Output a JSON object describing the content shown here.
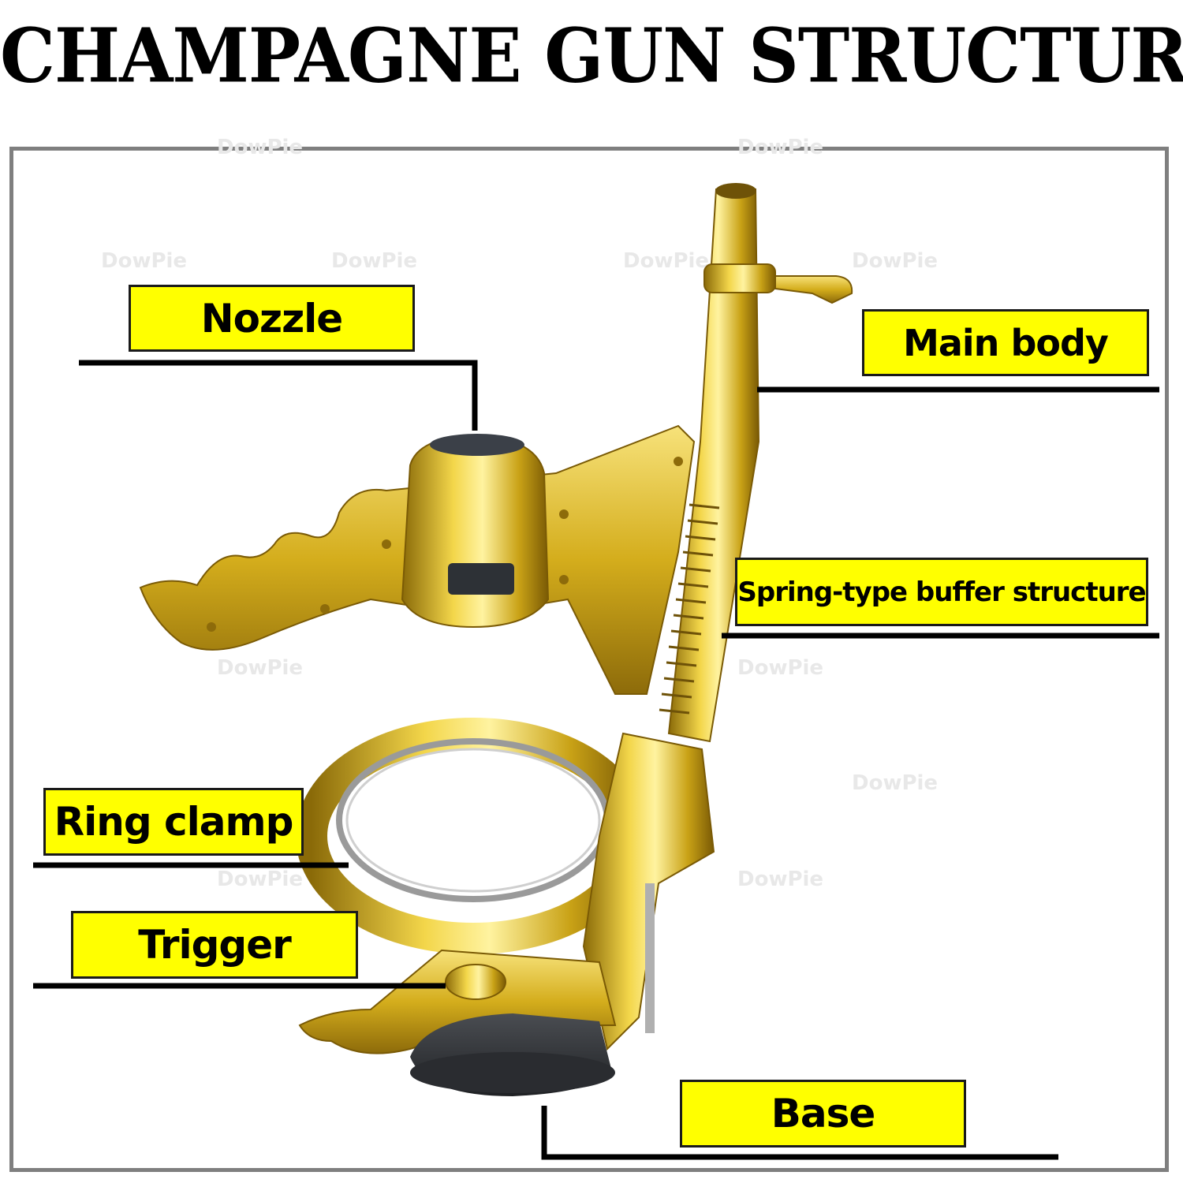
{
  "title": "CHAMPAGNE GUN STRUCTURE",
  "watermark": "DowPie",
  "labels": {
    "nozzle": "Nozzle",
    "main_body": "Main body",
    "spring": "Spring-type buffer structure",
    "ring_clamp": "Ring clamp",
    "trigger": "Trigger",
    "base": "Base"
  },
  "colors": {
    "label_fill": "#ffff00",
    "gold": "#d9b21e",
    "frame": "#7f7f7f"
  }
}
